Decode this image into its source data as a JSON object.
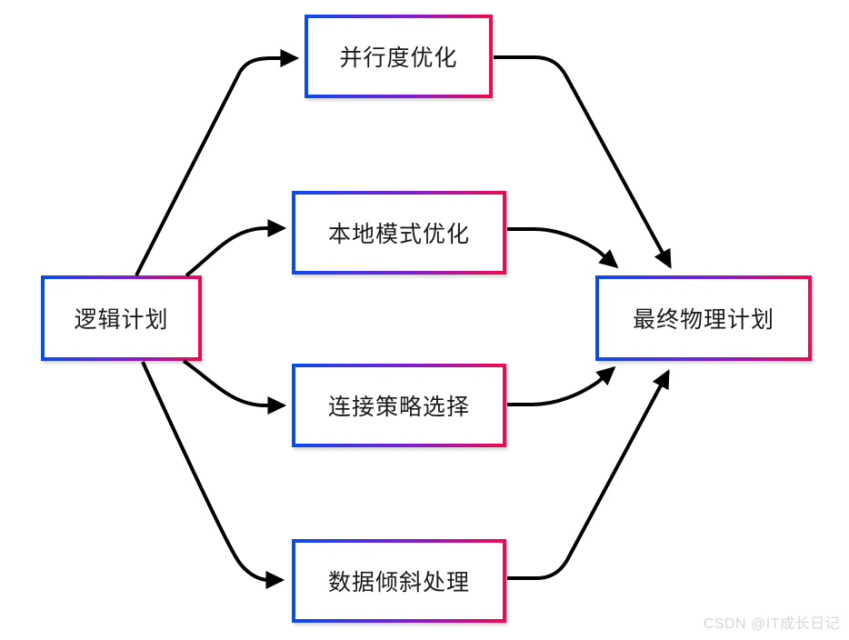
{
  "diagram": {
    "type": "flowchart",
    "nodes": [
      {
        "id": "logical-plan",
        "label": "逻辑计划"
      },
      {
        "id": "parallelism-optimization",
        "label": "并行度优化"
      },
      {
        "id": "local-mode-optimization",
        "label": "本地模式优化"
      },
      {
        "id": "join-strategy-selection",
        "label": "连接策略选择"
      },
      {
        "id": "data-skew-handling",
        "label": "数据倾斜处理"
      },
      {
        "id": "final-physical-plan",
        "label": "最终物理计划"
      }
    ],
    "edges": [
      {
        "from": "逻辑计划",
        "to": "并行度优化"
      },
      {
        "from": "逻辑计划",
        "to": "本地模式优化"
      },
      {
        "from": "逻辑计划",
        "to": "连接策略选择"
      },
      {
        "from": "逻辑计划",
        "to": "数据倾斜处理"
      },
      {
        "from": "并行度优化",
        "to": "最终物理计划"
      },
      {
        "from": "本地模式优化",
        "to": "最终物理计划"
      },
      {
        "from": "连接策略选择",
        "to": "最终物理计划"
      },
      {
        "from": "数据倾斜处理",
        "to": "最终物理计划"
      }
    ],
    "colors": {
      "border_gradient_start": "#0b4aec",
      "border_gradient_mid": "#7e1fd2",
      "border_gradient_end": "#ec0b51",
      "arrow": "#000000",
      "text": "#1a1a1a",
      "watermark": "#d6d6d6",
      "background": "#ffffff"
    },
    "watermark": "CSDN @IT成长日记"
  }
}
